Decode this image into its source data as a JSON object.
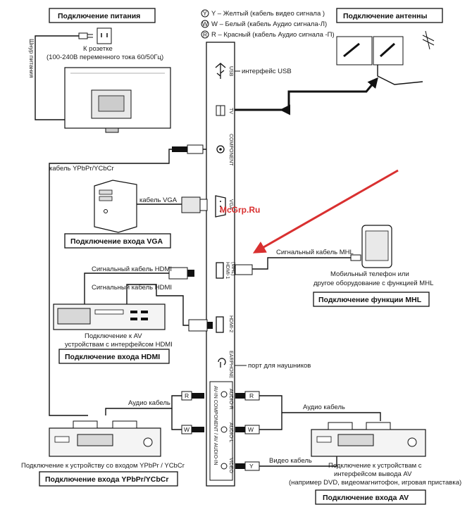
{
  "titles": {
    "power": "Подключение питания",
    "antenna": "Подключение антенны",
    "vga": "Подключение входа VGA",
    "mhl": "Подключение  функции MHL",
    "hdmi": "Подключение входа HDMI",
    "ypbpr": "Подключение входа YPbPr/YCbCr",
    "av": "Подключение входа AV"
  },
  "legend": {
    "y": "Y – Желтый (кабель видео сигнала )",
    "w": "W – Белый (кабель Аудио сигнала-Л)",
    "r": "R – Красный (кабель Аудио сигнала -П)"
  },
  "power": {
    "cord": "Шнур питания",
    "outlet": "К розетке",
    "spec": "(100-240В переменного тока 60/50Гц)"
  },
  "ports": {
    "usb": "USB",
    "tv": "TV",
    "component": "COMPONENT",
    "vga": "VGA",
    "hdmi1": "HDMI-1",
    "mhl": "(MHL)",
    "hdmi2": "HDMI-2",
    "earphone": "EARPHONE",
    "audio_r": "AUDIO-R",
    "audio_l": "AUDIO-L",
    "video": "VIDEO",
    "component_av": "AV-IN  COMPONENT / AV AUDIO-IN"
  },
  "labels": {
    "usb_iface": "интерфейс USB",
    "ypbpr_cable": "кабель  YPbPr/YCbCr",
    "vga_cable": "кабель VGA",
    "mhl_cable": "Сигнальный кабель MHL",
    "hdmi_cable_1": "Сигнальный кабель HDMI",
    "hdmi_cable_2": "Сигнальный кабель HDMI",
    "mobile_1": "Мобильный телефон или",
    "mobile_2": "другое оборудование с функцией MHL",
    "av_hdmi_1": "Подключение к AV",
    "av_hdmi_2": "устройствам с  интерфейсом HDMI",
    "earphone_port": "порт для наушников",
    "audio_cable_left": "Аудио кабель",
    "audio_cable_right": "Аудио кабель",
    "video_cable": "Видео кабель",
    "ypbpr_device": "Подключение к устройству со входом YPbPr / YCbCr",
    "av_out_1": "Подключение к устройствам с",
    "av_out_2": "интерфейсом вывода AV",
    "av_out_3": "(например DVD, видеомагнитофон, игровая приставка)",
    "plug_r": "R",
    "plug_w": "W",
    "plug_y": "Y",
    "watermark": "McGrp.Ru"
  }
}
